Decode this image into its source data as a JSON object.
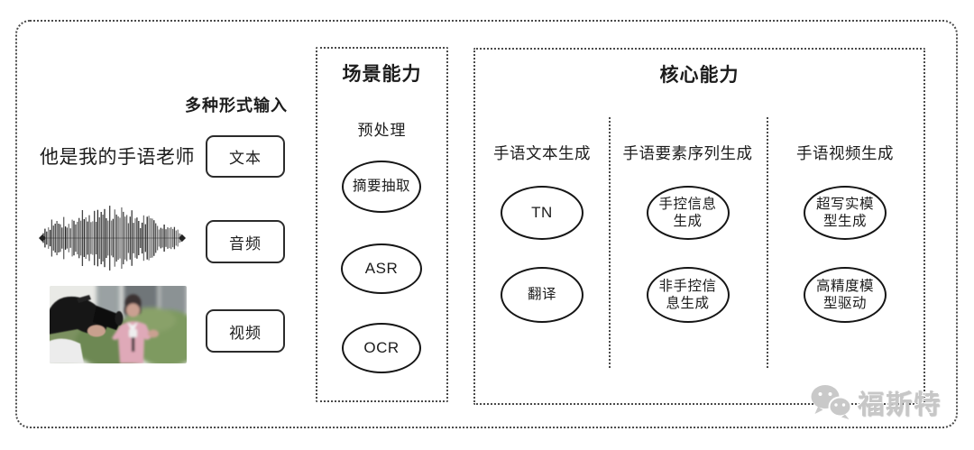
{
  "figure": {
    "background": "#ffffff",
    "line_color": "#2b2b2b"
  },
  "input_panel": {
    "header": "多种形式输入",
    "text_sample": "他是我的手语老师",
    "text_label": "文本",
    "audio_label": "音频",
    "video_label": "视频"
  },
  "scene_panel": {
    "title": "场景能力",
    "stage_label": "预处理",
    "nodes": [
      "摘要抽取",
      "ASR",
      "OCR"
    ]
  },
  "core_panel": {
    "title": "核心能力",
    "columns": [
      {
        "header": "手语文本生成",
        "nodes": [
          "TN",
          "翻译"
        ]
      },
      {
        "header": "手语要素序列生成",
        "nodes": [
          "手控信息生成",
          "非手控信息生成"
        ]
      },
      {
        "header": "手语视频生成",
        "nodes": [
          "超写实模型生成",
          "高精度模型驱动"
        ]
      }
    ]
  },
  "watermark": {
    "brand": "福斯特",
    "icon": "wechat-logo",
    "color": "#c7c7c7"
  },
  "waveform": {
    "bars": 82,
    "color": "#232323"
  }
}
